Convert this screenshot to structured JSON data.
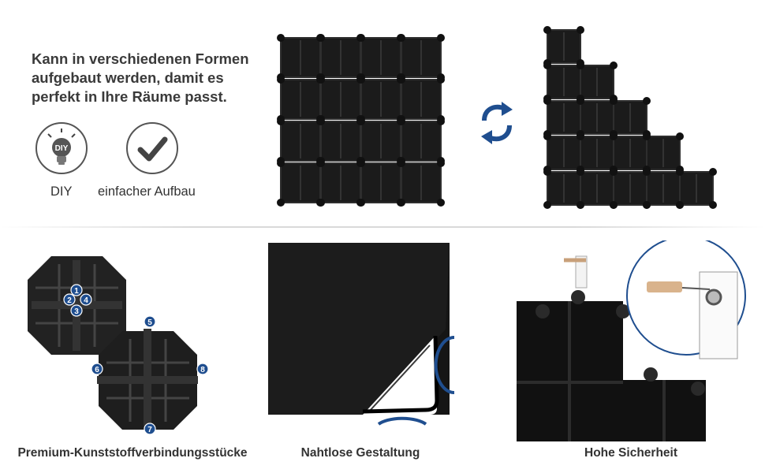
{
  "headline": "Kann in verschiedenen Formen aufgebaut werden, damit es perfekt in Ihre Räume passt.",
  "features": [
    {
      "label": "DIY",
      "icon": "diy-bulb-icon",
      "badge": "DIY"
    },
    {
      "label": "einfacher Aufbau",
      "icon": "checkmark-icon"
    }
  ],
  "connector_numbers": [
    "1",
    "2",
    "3",
    "4",
    "5",
    "6",
    "7",
    "8"
  ],
  "captions": [
    "Premium-Kunststoffverbindungsstücke",
    "Nahtlose Gestaltung",
    "Hohe Sicherheit"
  ],
  "colors": {
    "accent": "#1f4e8f",
    "cube": "#1b1b1b",
    "text": "#333333"
  }
}
